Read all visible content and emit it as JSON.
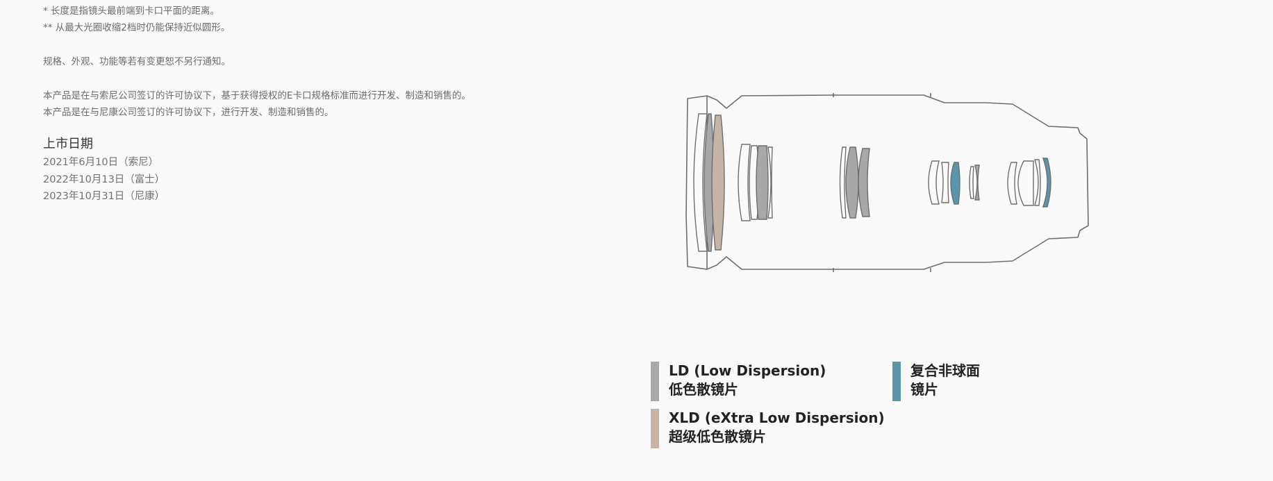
{
  "notes": {
    "line1": "* 长度是指镜头最前端到卡口平面的距离。",
    "line2": "** 从最大光圈收缩2档时仍能保持近似圆形。",
    "line3": "规格、外观、功能等若有变更恕不另行通知。",
    "line4": "本产品是在与索尼公司签订的许可协议下，基于获得授权的E卡口规格标准而进行开发、制造和销售的。",
    "line5": "本产品是在与尼康公司签订的许可协议下，进行开发、制造和销售的。"
  },
  "release": {
    "title": "上市日期",
    "dates": [
      "2021年6月10日（索尼）",
      "2022年10月13日（富士）",
      "2023年10月31日（尼康）"
    ]
  },
  "legend": {
    "ld": {
      "line1": "LD (Low Dispersion)",
      "line2": "低色散镜片",
      "color": "#a8a8a8"
    },
    "xld": {
      "line1": "XLD (eXtra Low Dispersion)",
      "line2": "超级低色散镜片",
      "color": "#c4b5a6"
    },
    "aspherical": {
      "line1": "复合非球面",
      "line2": "镜片",
      "color": "#5a95aa"
    }
  },
  "colors": {
    "outline": "#6e6e6e",
    "ld": "#a8a8a8",
    "xld": "#c4b5a6",
    "aspherical": "#5a95aa"
  }
}
